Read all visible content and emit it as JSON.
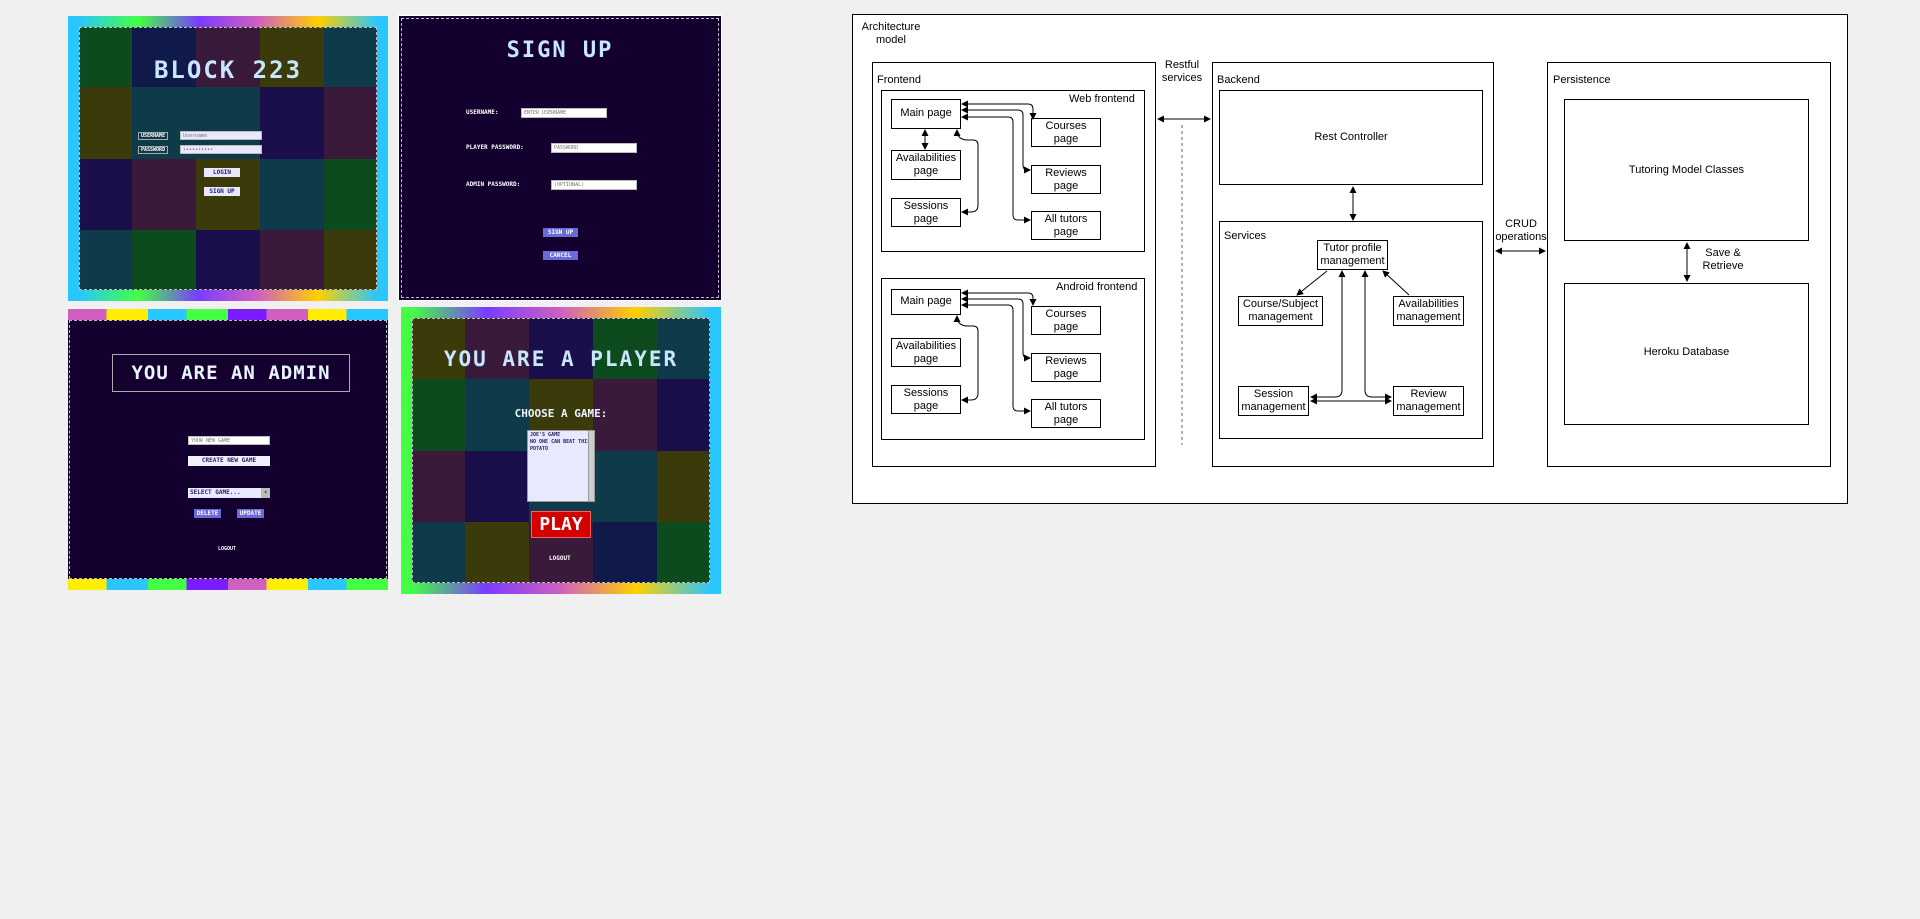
{
  "screens": {
    "login": {
      "title": "BLOCK 223",
      "username_label": "USERNAME",
      "username_value": "Username",
      "password_label": "PASSWORD",
      "password_value": "••••••••••",
      "login_button": "LOGIN",
      "signup_button": "SIGN UP",
      "tile_colors": [
        "#0d4a1e",
        "#0f1a4a",
        "#3a1a3a",
        "#3a3a0a",
        "#0f3a4a",
        "#3a3a0a",
        "#0f3a4a",
        "#0f3a4a",
        "#1a0f4a",
        "#3a1a3a",
        "#1a0f4a",
        "#3a1a3a",
        "#3a3a0a",
        "#0f3a4a",
        "#0d4a1e",
        "#0f3a4a",
        "#0d4a1e",
        "#1a0f4a",
        "#3a1a3a",
        "#3a3a0a"
      ]
    },
    "signup": {
      "title": "SIGN UP",
      "username_label": "USERNAME:",
      "username_value": "ENTER USERNAME",
      "player_password_label": "PLAYER PASSWORD:",
      "player_password_value": "PASSWORD",
      "admin_password_label": "ADMIN PASSWORD:",
      "admin_password_value": "(OPTIONAL)",
      "signup_button": "SIGN UP",
      "cancel_button": "CANCEL"
    },
    "admin": {
      "title": "YOU ARE AN ADMIN",
      "new_game_placeholder": "YOUR NEW GAME",
      "create_button": "CREATE NEW GAME",
      "select_value": "SELECT GAME...",
      "delete_button": "DELETE",
      "update_button": "UPDATE",
      "logout": "LOGOUT"
    },
    "player": {
      "title": "YOU ARE A PLAYER",
      "choose_label": "CHOOSE A GAME:",
      "games": [
        "JOE'S GAME",
        "NO ONE CAN BEAT THIS",
        "POTATO"
      ],
      "play_button": "PLAY",
      "logout": "LOGOUT"
    }
  },
  "diagram": {
    "title": "Architecture\nmodel",
    "frontend": {
      "label": "Frontend",
      "web": {
        "label": "Web frontend",
        "main": "Main page",
        "availabilities": "Availabilities\npage",
        "sessions": "Sessions\npage",
        "courses": "Courses\npage",
        "reviews": "Reviews\npage",
        "tutors": "All tutors\npage"
      },
      "android": {
        "label": "Android frontend",
        "main": "Main page",
        "availabilities": "Availabilities\npage",
        "sessions": "Sessions\npage",
        "courses": "Courses\npage",
        "reviews": "Reviews\npage",
        "tutors": "All tutors\npage"
      }
    },
    "restful_label": "Restful\nservices",
    "backend": {
      "label": "Backend",
      "rest_controller": "Rest Controller",
      "services_label": "Services",
      "tutor_profile": "Tutor profile\nmanagement",
      "course_subject": "Course/Subject\nmanagement",
      "availabilities": "Availabilities\nmanagement",
      "session": "Session\nmanagement",
      "review": "Review\nmanagement"
    },
    "crud_label": "CRUD\noperations",
    "persistence": {
      "label": "Persistence",
      "model_classes": "Tutoring Model Classes",
      "save_retrieve": "Save &\nRetrieve",
      "database": "Heroku Database"
    }
  }
}
